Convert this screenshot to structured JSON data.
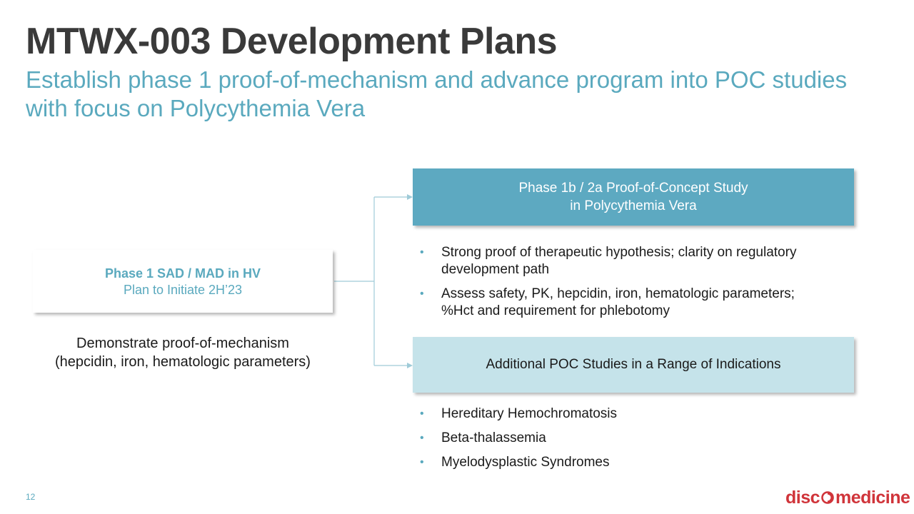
{
  "slide": {
    "title": "MTWX-003 Development Plans",
    "subtitle": "Establish phase 1 proof-of-mechanism and advance program into POC studies with focus on Polycythemia Vera",
    "page_number": "12"
  },
  "phase1": {
    "title": "Phase 1 SAD / MAD in HV",
    "subtitle": "Plan to Initiate 2H’23",
    "description_line1": "Demonstrate proof-of-mechanism",
    "description_line2": "(hepcidin, iron, hematologic parameters)"
  },
  "poc_study": {
    "title_line1": "Phase 1b / 2a Proof-of-Concept Study",
    "title_line2": "in Polycythemia Vera",
    "bullets": [
      "Strong proof of therapeutic hypothesis; clarity on regulatory development path",
      "Assess safety, PK, hepcidin, iron, hematologic parameters; %Hct and requirement for phlebotomy"
    ]
  },
  "additional_studies": {
    "title": "Additional POC Studies in a Range of Indications",
    "bullets": [
      "Hereditary Hemochromatosis",
      "Beta-thalassemia",
      "Myelodysplastic Syndromes"
    ]
  },
  "logo": {
    "text_before": "disc",
    "text_after": "medicine",
    "color": "#d0343a"
  },
  "colors": {
    "accent_teal": "#5aa9be",
    "poc_box": "#5da9c1",
    "additional_box": "#c5e3ea",
    "title_gray": "#3a3a3a"
  }
}
